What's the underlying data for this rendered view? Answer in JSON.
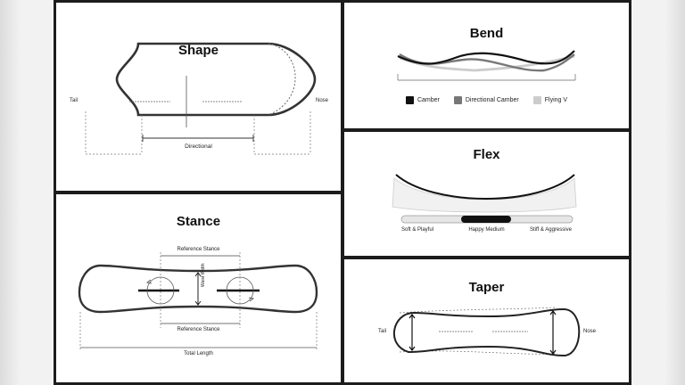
{
  "panels": {
    "shape": {
      "title": "Shape",
      "tail_label": "Tail",
      "nose_label": "Nose",
      "profile_label": "Directional"
    },
    "bend": {
      "title": "Bend",
      "legend": [
        {
          "label": "Camber",
          "color": "#111111"
        },
        {
          "label": "Directional Camber",
          "color": "#777777"
        },
        {
          "label": "Flying V",
          "color": "#cccccc"
        }
      ]
    },
    "flex": {
      "title": "Flex",
      "scale_labels": [
        "Soft & Playful",
        "Happy Medium",
        "Stiff & Aggressive"
      ],
      "indicator_position": 0.5
    },
    "stance": {
      "title": "Stance",
      "reference_stance_label": "Reference Stance",
      "waist_width_label": "Waist Width",
      "total_length_label": "Total Length"
    },
    "taper": {
      "title": "Taper",
      "tail_label": "Tail",
      "nose_label": "Nose"
    }
  }
}
